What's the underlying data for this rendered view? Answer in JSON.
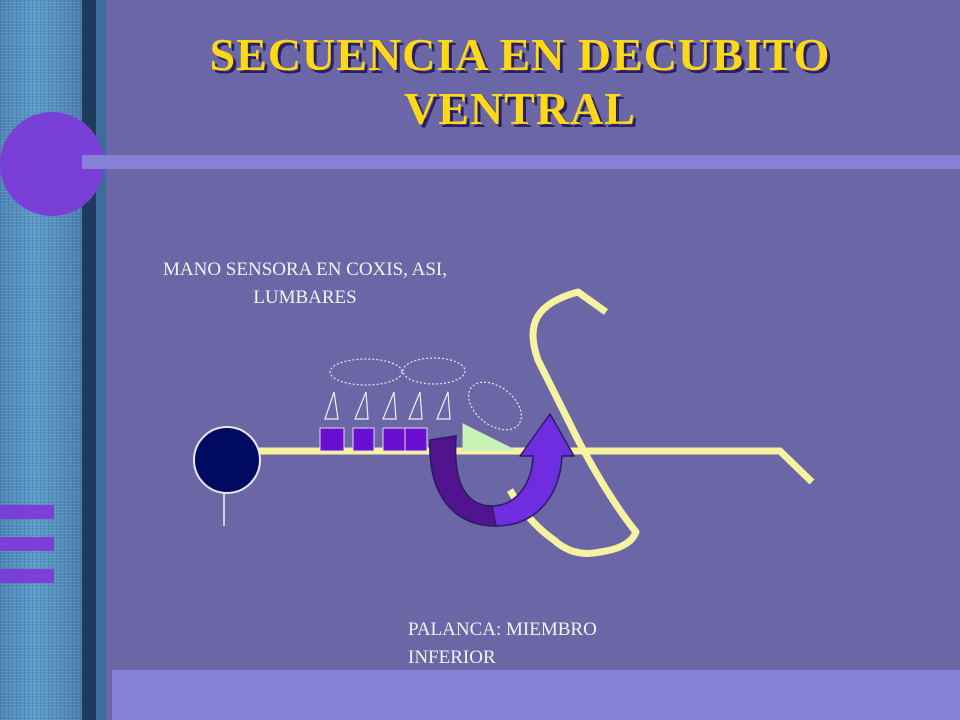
{
  "slide": {
    "title": "SECUENCIA EN DECUBITO VENTRAL"
  },
  "labels": {
    "sensor_hand": "MANO SENSORA EN COXIS, ASI, LUMBARES",
    "lever": "PALANCA: MIEMBRO INFERIOR"
  },
  "colors": {
    "background": "#6b66a6",
    "title": "#fdd817",
    "spine_line": "#f6f3a0",
    "vertebra": "#6a0fd2",
    "head": "#000a60",
    "arrow_dark": "#52138f",
    "arrow_light": "#6f2de0",
    "wedge": "#c8f2b4"
  }
}
